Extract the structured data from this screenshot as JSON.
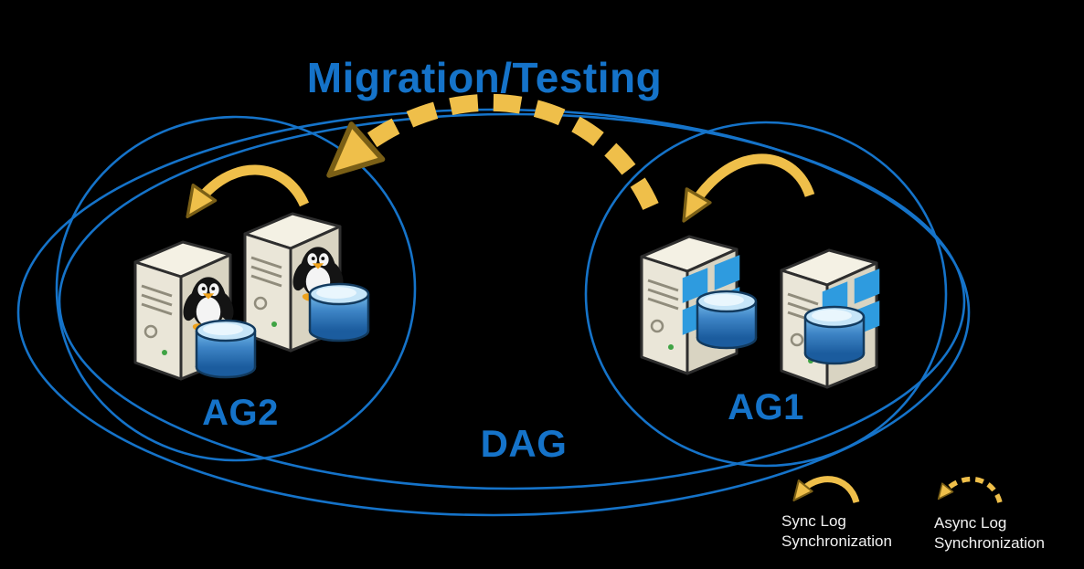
{
  "diagram": {
    "title": "Migration/Testing",
    "dag_label": "DAG",
    "groups": [
      {
        "label": "AG2",
        "platform": "linux",
        "server_count": 2
      },
      {
        "label": "AG1",
        "platform": "windows",
        "server_count": 2
      }
    ],
    "legend": {
      "sync_label": "Sync Log Synchronization",
      "async_label": "Async Log Synchronization"
    },
    "colors": {
      "background": "#000000",
      "accent_blue": "#1573C9",
      "arrow_gold": "#EFBF4A",
      "legend_text": "#F2F2F2",
      "windows_logo_blue": "#2E9BDF"
    }
  }
}
